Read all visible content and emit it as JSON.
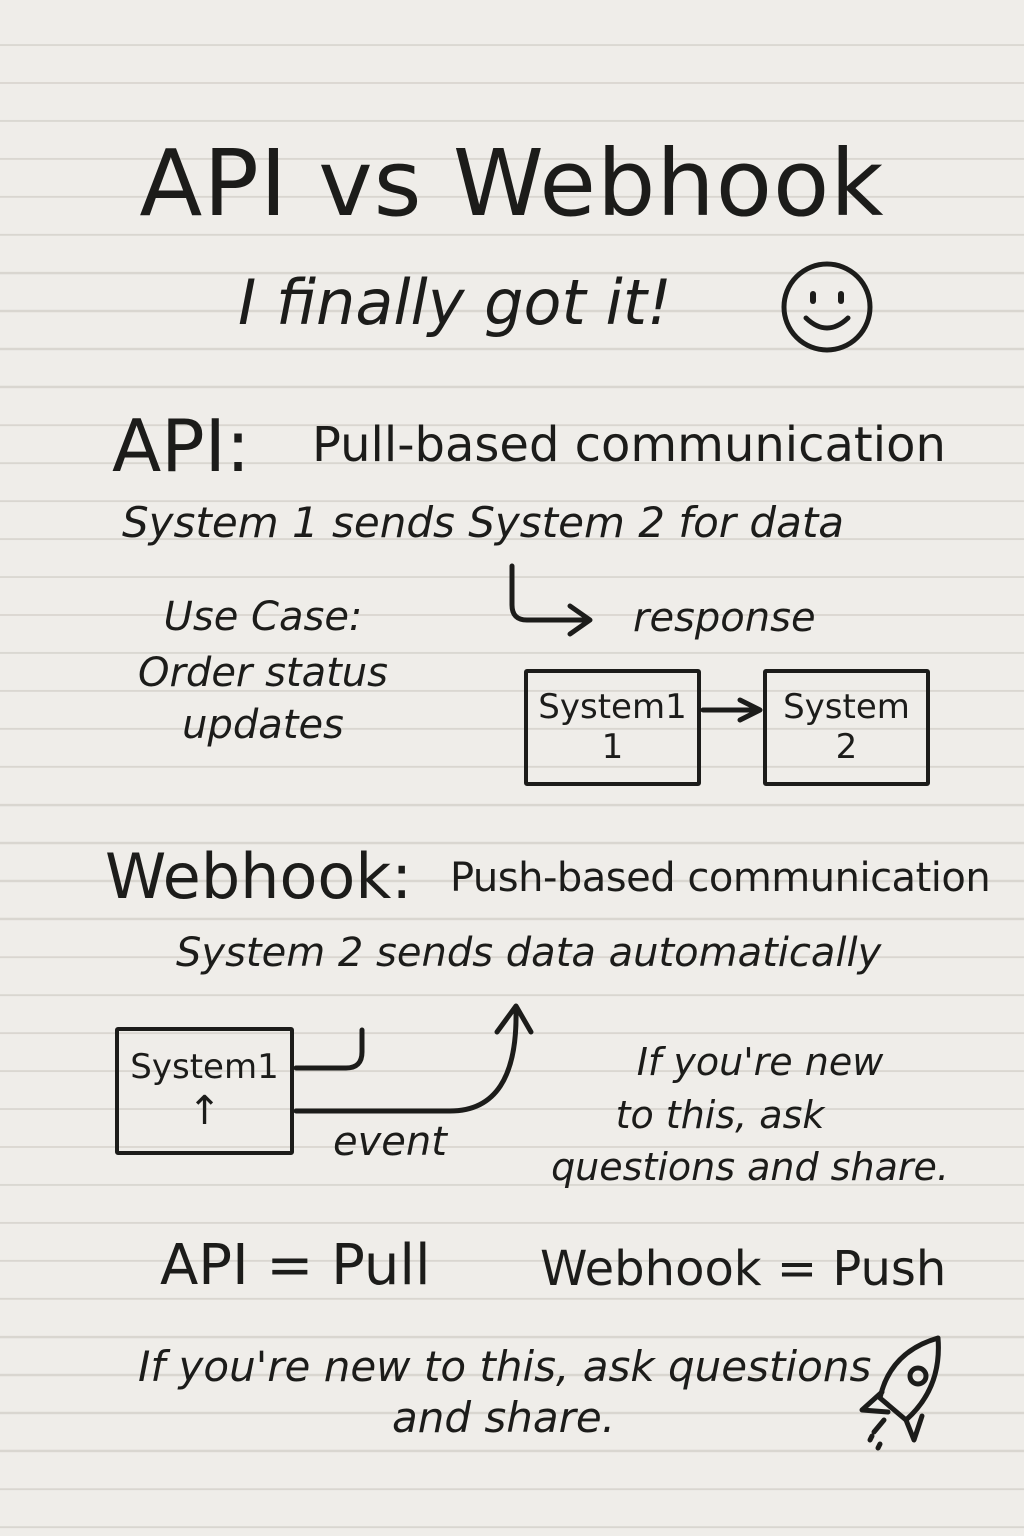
{
  "title": "API vs Webhook",
  "subtitle": "I finally got it!",
  "api": {
    "label": "API:",
    "description": "Pull-based communication",
    "flow_text": "System 1 sends System 2 for data",
    "response_label": "response",
    "use_case": [
      "Use Case:",
      "Order status",
      "updates"
    ],
    "box1": [
      "System1",
      "1"
    ],
    "box2": [
      "System",
      "2"
    ]
  },
  "webhook": {
    "label": "Webhook:",
    "description": "Push-based communication",
    "flow_text": "System 2 sends data automatically",
    "box": [
      "System1",
      "↑"
    ],
    "event_label": "event",
    "side_note": [
      "If you're new",
      "to this, ask",
      "questions and share."
    ]
  },
  "summary": {
    "api": "API = Pull",
    "webhook": "Webhook = Push"
  },
  "footer": [
    "If you're new to this, ask questions",
    "and share."
  ],
  "icons": [
    "smiley-icon",
    "rocket-icon"
  ]
}
